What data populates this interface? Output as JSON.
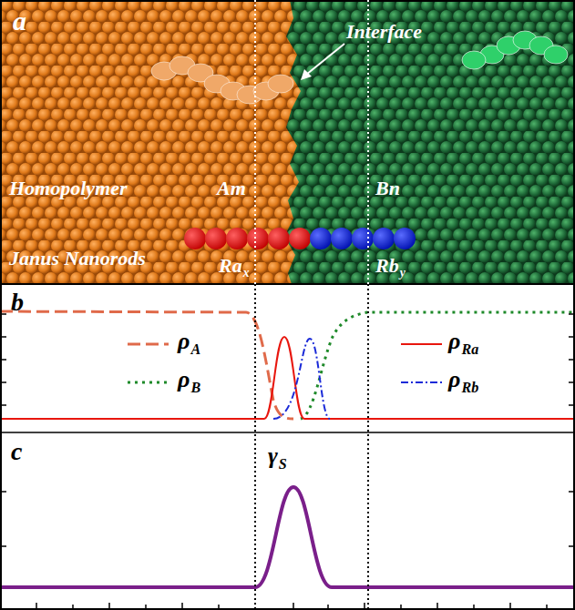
{
  "diagram": {
    "labels": [
      "a",
      "Interface",
      "Homopolymer",
      "Am",
      "Bn",
      "Janus Nanorods",
      "Ra",
      "x",
      "Rb",
      "y",
      "b",
      "ρ",
      "A",
      "ρ",
      "B",
      "ρ",
      "Ra",
      "ρ",
      "Rb",
      "c",
      "γ",
      "S"
    ]
  }
}
